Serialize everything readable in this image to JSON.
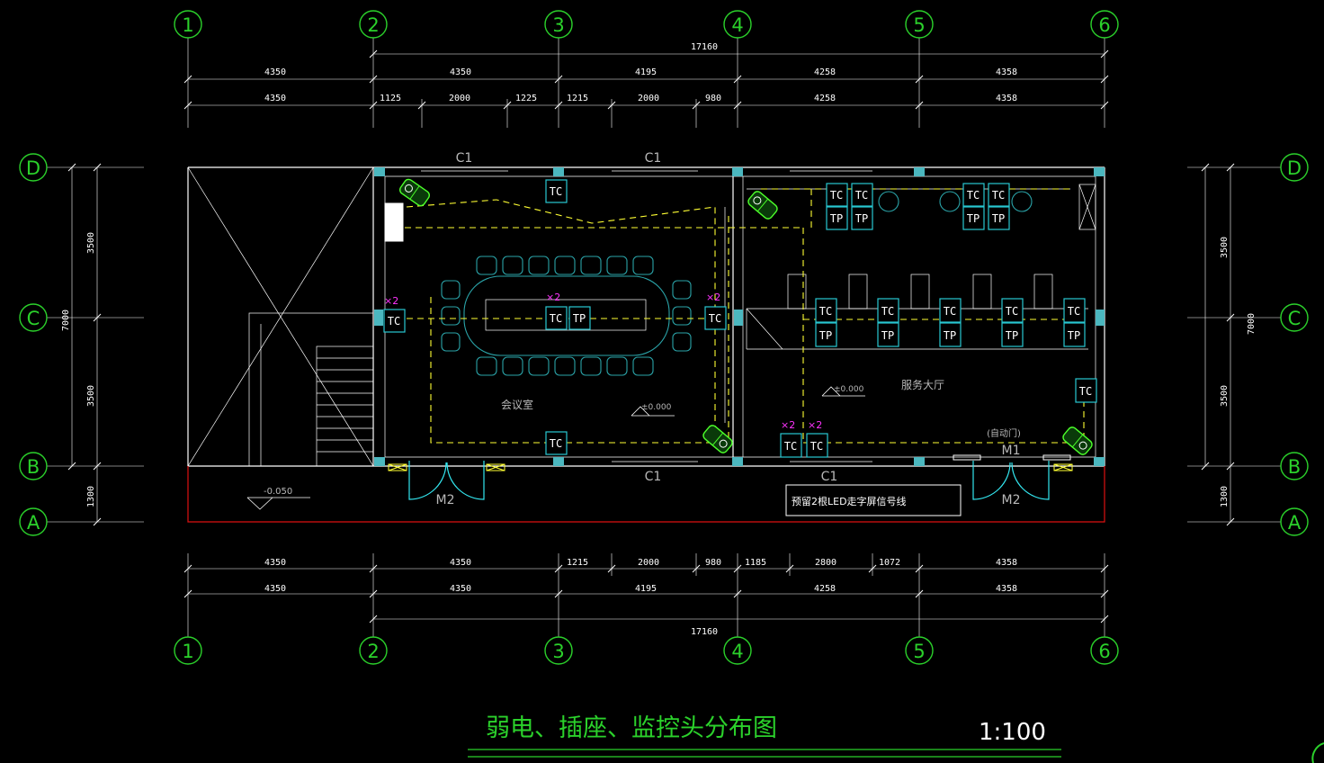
{
  "axes": {
    "numbered": [
      "1",
      "2",
      "3",
      "4",
      "5",
      "6"
    ],
    "lettered": [
      "D",
      "C",
      "B",
      "A"
    ]
  },
  "dimensions": {
    "top_total": "17160",
    "top_row1": [
      "4350",
      "4350",
      "4195",
      "4258",
      "4358"
    ],
    "top_row2": [
      "4350",
      "1125",
      "2000",
      "1225",
      "1215",
      "2000",
      "980",
      "4258",
      "4358"
    ],
    "bottom_row1": [
      "4350",
      "4350",
      "1215",
      "2000",
      "980",
      "1185",
      "2800",
      "1072",
      "4358"
    ],
    "bottom_row2": [
      "4350",
      "4350",
      "4195",
      "4258",
      "4358"
    ],
    "bottom_total": "17160",
    "side_segments": [
      "3500",
      "3500",
      "1300"
    ],
    "side_total": "7000"
  },
  "labels": {
    "window_c1": "C1",
    "door_m1": "M1",
    "door_m2": "M2",
    "meeting_room": "会议室",
    "service_hall": "服务大厅",
    "auto_door": "(自动门)",
    "level_zero": "±0.000",
    "level_minus": "-0.050",
    "led_note": "预留2根LED走字屏信号线",
    "multiplier": "×2",
    "outlet_tc": "TC",
    "outlet_tp": "TP"
  },
  "footer": {
    "drawing_title": "弱电、插座、监控头分布图",
    "scale": "1:100"
  },
  "colors": {
    "axis": "#2bd12b",
    "wiring": "#ffff33",
    "outlet": "#29c7d1",
    "camera": "#4cff2a",
    "annotation": "#ff33ff",
    "boundary": "#dd1111"
  }
}
